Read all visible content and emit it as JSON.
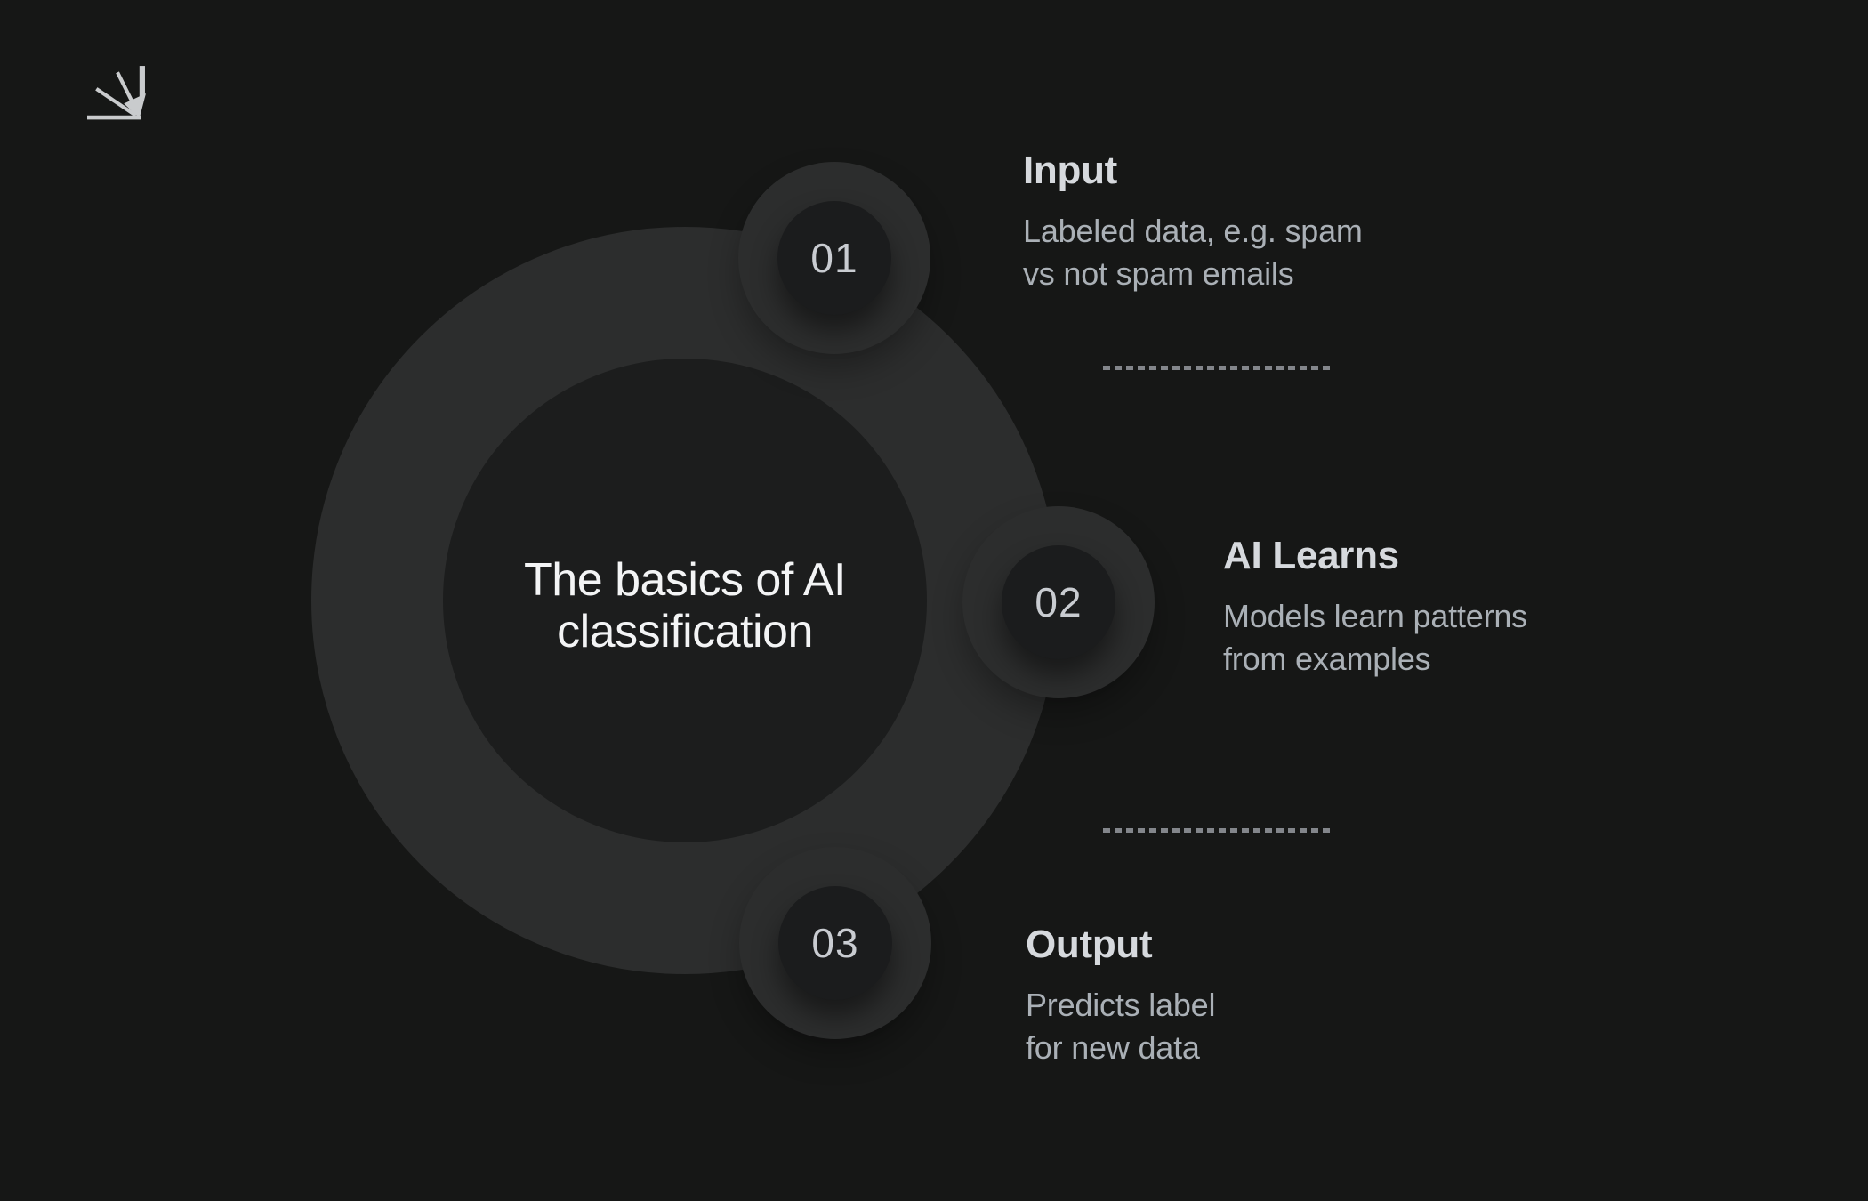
{
  "logo": {
    "name": "converging-rays-arrow-logo"
  },
  "center": {
    "title": "The basics of AI\nclassification"
  },
  "steps": [
    {
      "number": "01",
      "heading": "Input",
      "body": "Labeled data, e.g. spam\nvs not spam emails"
    },
    {
      "number": "02",
      "heading": "AI Learns",
      "body": "Models learn patterns\nfrom examples"
    },
    {
      "number": "03",
      "heading": "Output",
      "body": "Predicts label\nfor new data"
    }
  ],
  "colors": {
    "background": "#161716",
    "ring": "#2c2d2d",
    "inner_disc": "#1c1d1d",
    "badge_fill": "#1b1c1d",
    "title_text": "#f3f4f5",
    "heading_text": "#d6d9dd",
    "body_text": "#aab0b6",
    "number_text": "#c9ccd1",
    "divider_dash": "#83868b",
    "logo": "#c9cbcd"
  }
}
